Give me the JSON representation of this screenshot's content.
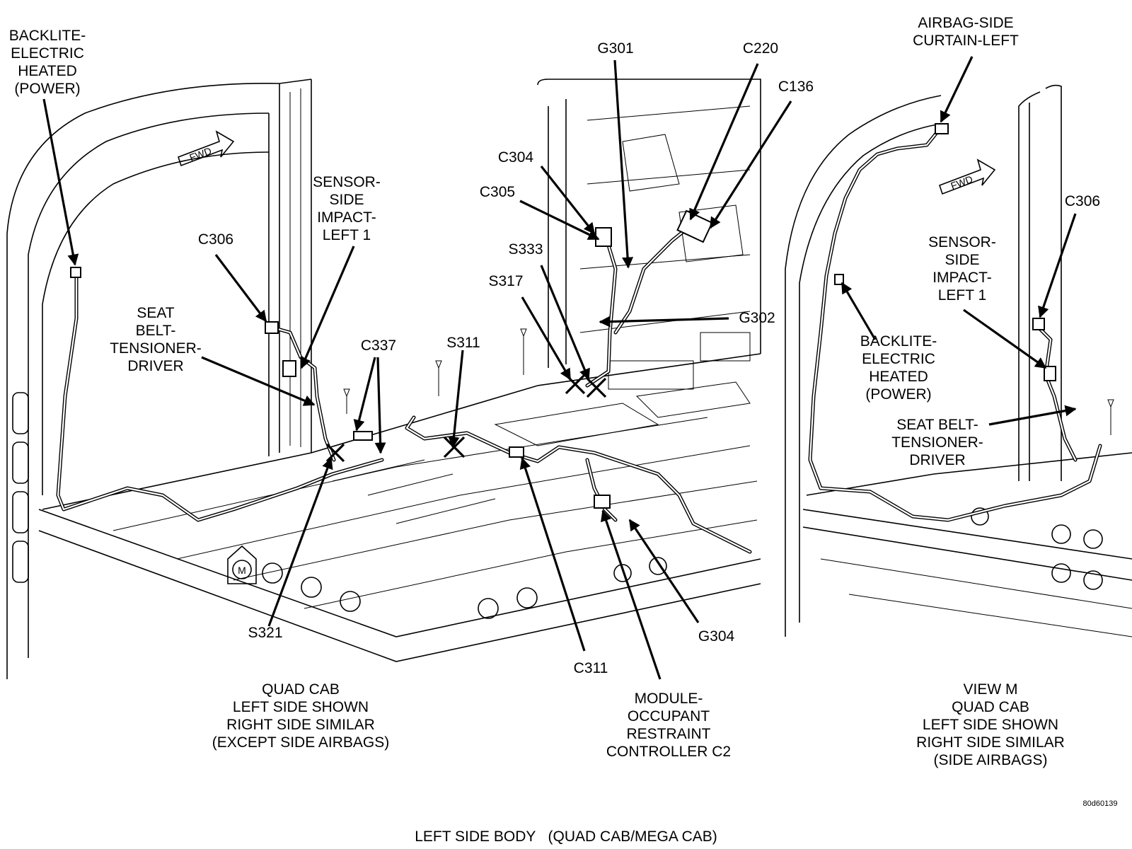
{
  "diagram": {
    "title": "LEFT SIDE BODY   (QUAD CAB/MEGA CAB)",
    "figure_id": "80d60139",
    "views": [
      {
        "id": "main",
        "caption": "QUAD CAB\nLEFT SIDE SHOWN\nRIGHT SIDE SIMILAR\n(EXCEPT SIDE AIRBAGS)"
      },
      {
        "id": "view-m",
        "caption": "VIEW M\nQUAD CAB\nLEFT SIDE SHOWN\nRIGHT SIDE SIMILAR\n(SIDE AIRBAGS)"
      }
    ],
    "symbols": {
      "fwd": "FWD",
      "view_marker": "M"
    },
    "labels": {
      "backlite_main": "BACKLITE-\nELECTRIC\nHEATED\n(POWER)",
      "c306_main": "C306",
      "sensor_main": "SENSOR-\nSIDE\nIMPACT-\nLEFT 1",
      "seatbelt_main": "SEAT\nBELT-\nTENSIONER-\nDRIVER",
      "c337": "C337",
      "s311": "S311",
      "g301": "G301",
      "c220": "C220",
      "c136": "C136",
      "c304": "C304",
      "c305": "C305",
      "s333": "S333",
      "s317": "S317",
      "g302": "G302",
      "s321": "S321",
      "c311": "C311",
      "g304": "G304",
      "module": "MODULE-\nOCCUPANT\nRESTRAINT\nCONTROLLER C2",
      "airbag_m": "AIRBAG-SIDE\nCURTAIN-LEFT",
      "c306_m": "C306",
      "sensor_m": "SENSOR-\nSIDE\nIMPACT-\nLEFT 1",
      "backlite_m": "BACKLITE-\nELECTRIC\nHEATED\n(POWER)",
      "seatbelt_m": "SEAT BELT-\nTENSIONER-\nDRIVER"
    }
  }
}
